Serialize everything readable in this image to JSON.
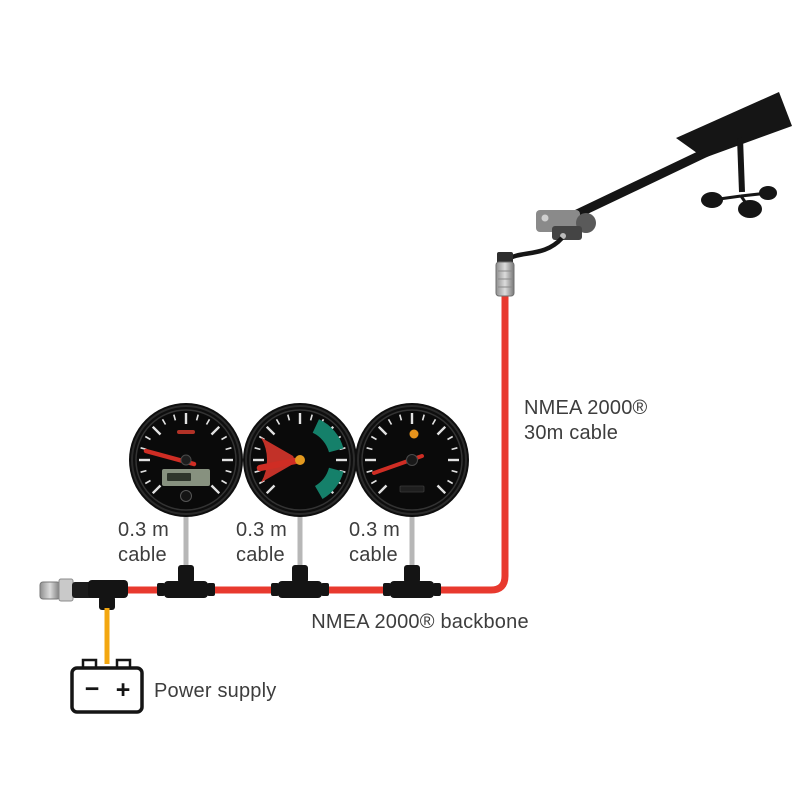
{
  "labels": {
    "sensor_cable": {
      "line1": "NMEA 2000®",
      "line2": "30m cable"
    },
    "drop1": {
      "line1": "0.3 m",
      "line2": "cable"
    },
    "drop2": {
      "line1": "0.3 m",
      "line2": "cable"
    },
    "drop3": {
      "line1": "0.3 m",
      "line2": "cable"
    },
    "backbone": "NMEA 2000® backbone",
    "power_supply": "Power supply",
    "battery": {
      "minus": "−",
      "plus": "+"
    }
  },
  "colors": {
    "backbone_red": "#e8392e",
    "power_orange": "#f3a710",
    "drop_gray": "#b7b7b7",
    "device_black": "#141414",
    "text": "#3d3d3d",
    "gauge_green": "#15806a",
    "gauge_red": "#c23128",
    "needle_red": "#cf2d24",
    "hub_orange": "#e3991f"
  }
}
